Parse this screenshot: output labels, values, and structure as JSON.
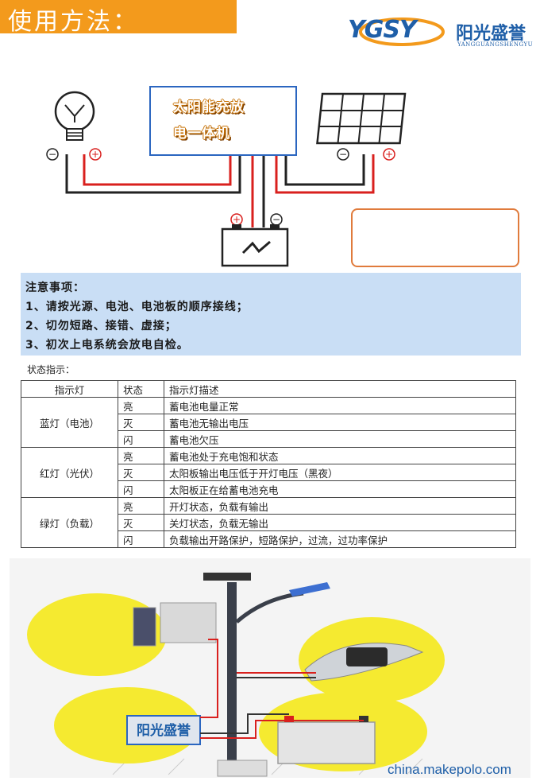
{
  "header": {
    "title": "使用方法："
  },
  "logo": {
    "letters": "YGSY",
    "name_cn": "阳光盛誉",
    "name_pinyin": "YANGGUANGSHENGYU"
  },
  "diagram": {
    "controller_line1": "太阳能充放",
    "controller_line2": "电一体机",
    "positive_symbol": "+",
    "negative_symbol": "−",
    "colors": {
      "positive_wire": "#d9201e",
      "negative_wire": "#222222",
      "box_border": "#2b66c0",
      "legend_border": "#e07b3c"
    },
    "icons": [
      "bulb-icon",
      "solar-panel-icon",
      "battery-icon"
    ]
  },
  "notice": {
    "title": "注意事项：",
    "items": [
      "1、请按光源、电池、电池板的顺序接线；",
      "2、切勿短路、接错、虚接；",
      "3、初次上电系统会放电自检。"
    ]
  },
  "status": {
    "label": "状态指示：",
    "headers": [
      "指示灯",
      "状态",
      "指示灯描述"
    ],
    "groups": [
      {
        "name": "蓝灯（电池）",
        "rows": [
          {
            "state": "亮",
            "desc": "蓄电池电量正常"
          },
          {
            "state": "灭",
            "desc": "蓄电池无输出电压"
          },
          {
            "state": "闪",
            "desc": "蓄电池欠压"
          }
        ]
      },
      {
        "name": "红灯（光伏）",
        "rows": [
          {
            "state": "亮",
            "desc": "蓄电池处于充电饱和状态"
          },
          {
            "state": "灭",
            "desc": "太阳板输出电压低于开灯电压（黑夜）"
          },
          {
            "state": "闪",
            "desc": "太阳板正在给蓄电池充电"
          }
        ]
      },
      {
        "name": "绿灯（负载）",
        "rows": [
          {
            "state": "亮",
            "desc": "开灯状态，负载有输出"
          },
          {
            "state": "灭",
            "desc": "关灯状态，负载无输出"
          },
          {
            "state": "闪",
            "desc": "负载输出开路保护，短路保护，过流，过功率保护"
          }
        ]
      }
    ]
  },
  "photo": {
    "label_cn": "阳光盛誉"
  },
  "watermark": "china.makepolo.com"
}
